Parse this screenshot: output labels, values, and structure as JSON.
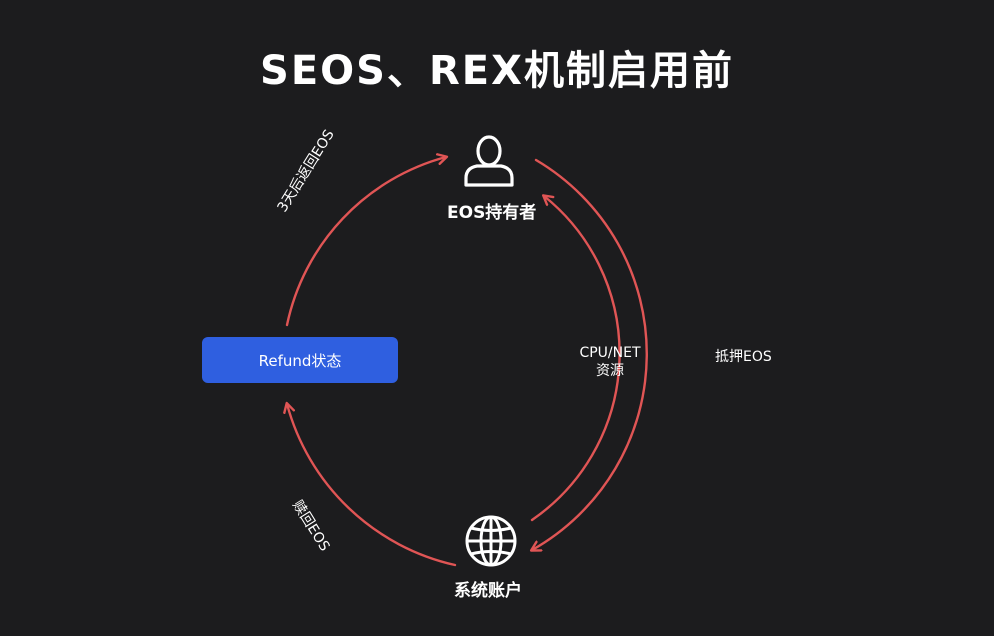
{
  "title": "SEOS、REX机制启用前",
  "nodes": {
    "holder": {
      "label": "EOS持有者",
      "icon": "user-icon"
    },
    "system": {
      "label": "系统账户",
      "icon": "globe-icon"
    },
    "refund": {
      "label": "Refund状态"
    }
  },
  "edges": {
    "return_after_3_days": "3天后返回EOS",
    "redeem": "赎回EOS",
    "pledge": "抵押EOS",
    "resource_line1": "CPU/NET",
    "resource_line2": "资源"
  },
  "colors": {
    "background": "#1c1c1e",
    "arrow": "#e05555",
    "refund_box": "#2f5fe0",
    "text": "#ffffff"
  }
}
